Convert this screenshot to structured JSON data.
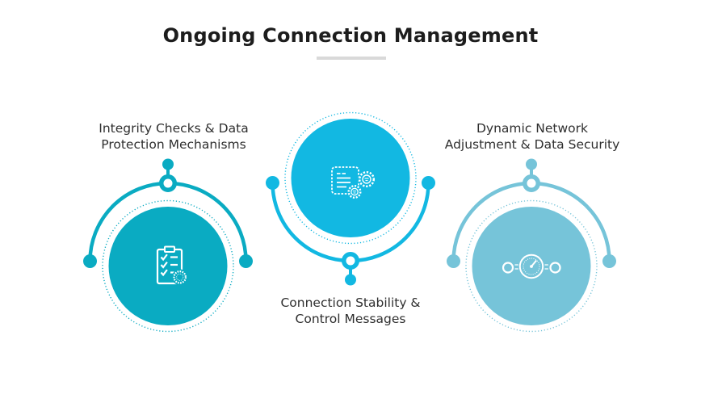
{
  "title": {
    "text": "Ongoing Connection Management",
    "color": "#1d1d1d",
    "underline_color": "#d9d9d9"
  },
  "background_color": "#ffffff",
  "label_color": "#2f2f2f",
  "items": [
    {
      "name": "integrity-checks",
      "label": [
        "Integrity Checks & Data",
        "Protection Mechanisms"
      ],
      "accent_color": "#0aabc2",
      "icon": "checklist-clipboard-icon"
    },
    {
      "name": "connection-stability",
      "label": [
        "Connection Stability &",
        "Control Messages"
      ],
      "accent_color": "#12b8e2",
      "icon": "document-gears-icon"
    },
    {
      "name": "dynamic-network",
      "label": [
        "Dynamic Network",
        "Adjustment & Data Security"
      ],
      "accent_color": "#76c4d9",
      "icon": "network-gauge-icon"
    }
  ]
}
